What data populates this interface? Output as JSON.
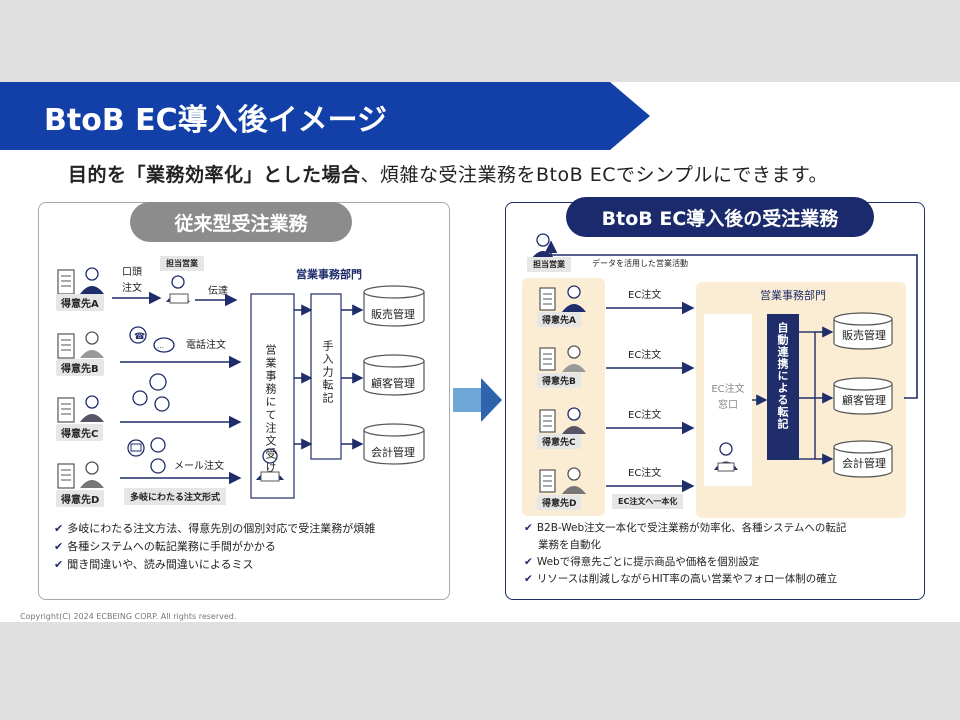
{
  "header": {
    "title": "BtoB EC導入後イメージ"
  },
  "subtitle": {
    "part1": "目的を「業務効率化」とした場合",
    "part2": "、煩雑な受注業務をBtoB ECでシンプルにできます。"
  },
  "left": {
    "title": "従来型受注業務",
    "customers": [
      "得意先A",
      "得意先B",
      "得意先C",
      "得意先D"
    ],
    "sales_rep": "担当営業",
    "oral": "口頭\n注文",
    "relay": "伝達",
    "phone": "電話注文",
    "mail": "メール注文",
    "multi_format": "多岐にわたる注文形式",
    "dept": "営業事務部門",
    "receive": "営業事務にて注文受け",
    "manual": "手入力転記",
    "systems": [
      "販売管理",
      "顧客管理",
      "会計管理"
    ],
    "bullets": [
      "多岐にわたる注文方法、得意先別の個別対応で受注業務が煩雑",
      "各種システムへの転記業務に手間がかかる",
      "聞き間違いや、読み間違いによるミス"
    ]
  },
  "right": {
    "title": "BtoB EC導入後の受注業務",
    "sales_rep": "担当営業",
    "data_note": "データを活用した営業活動",
    "customers": [
      "得意先A",
      "得意先B",
      "得意先C",
      "得意先D"
    ],
    "ec_order": "EC注文",
    "unify": "EC注文へ一本化",
    "dept": "営業事務部門",
    "window": "EC注文\n窓口",
    "auto": "自動連携による転記",
    "systems": [
      "販売管理",
      "顧客管理",
      "会計管理"
    ],
    "bullets": [
      "B2B-Web注文一本化で受注業務が効率化、各種システムへの転記",
      "業務を自動化",
      "Webで得意先ごとに提示商品や価格を個別設定",
      "リソースは削減しながらHIT率の高い営業やフォロー体制の確立"
    ]
  },
  "footer": {
    "copyright": "Copyright(C) 2024 ECBEING CORP. All rights reserved."
  },
  "colors": {
    "navy": "#1f2d6b",
    "banner": "#1340a8",
    "arrow": "#1f2d6b",
    "dept_bg": "#fbedd3",
    "gray_pill": "#8c8c8c"
  },
  "icons": [
    "building-icon",
    "person-icon",
    "phone-bubble-icon",
    "chat-bubble-icon",
    "fax-icon",
    "mail-icon",
    "laptop-icon",
    "database-icon",
    "big-arrow-icon"
  ]
}
